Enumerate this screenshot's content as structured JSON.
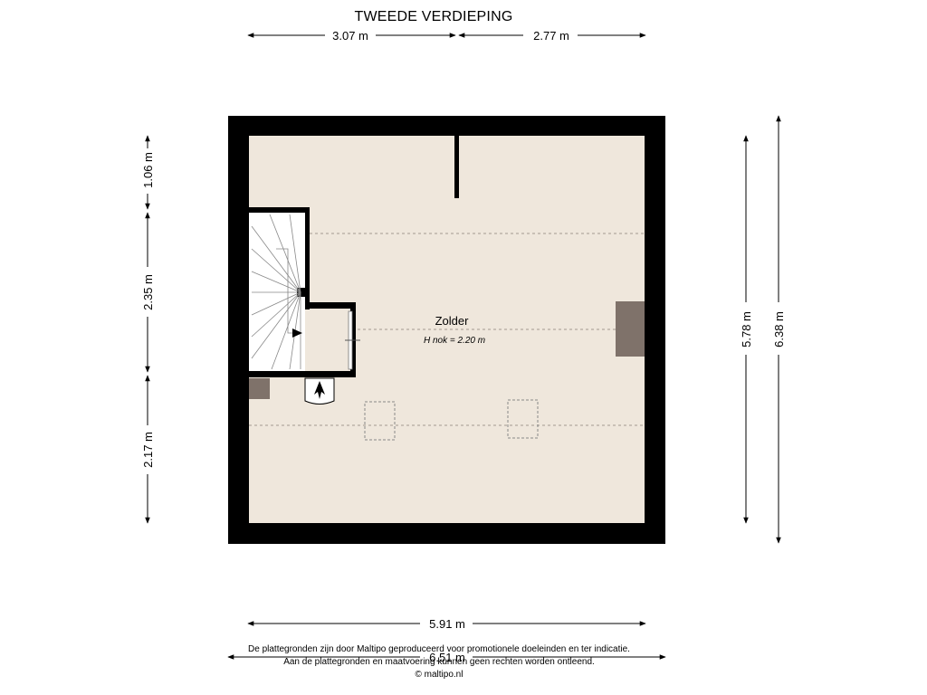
{
  "floor": {
    "title": "TWEEDE VERDIEPING"
  },
  "dimensions": {
    "top_left": "3.07 m",
    "top_right": "2.77 m",
    "left_1": "1.06 m",
    "left_2": "2.35 m",
    "left_3": "2.17 m",
    "right_inner": "5.78 m",
    "right_outer": "6.38 m",
    "bottom_inner": "5.91 m",
    "bottom_outer": "6.51 m"
  },
  "room": {
    "name": "Zolder",
    "height_note": "H nok = 2.20 m"
  },
  "colors": {
    "wall": "#000000",
    "floor": "#efe7dc",
    "chimney": "#7f726a",
    "dash": "#a39a90"
  },
  "disclaimer": {
    "line1": "De plattegronden zijn door Maltipo geproduceerd voor promotionele doeleinden en ter indicatie.",
    "line2": "Aan de plattegronden en maatvoering kunnen geen rechten worden ontleend.",
    "line3": "© maltipo.nl"
  }
}
